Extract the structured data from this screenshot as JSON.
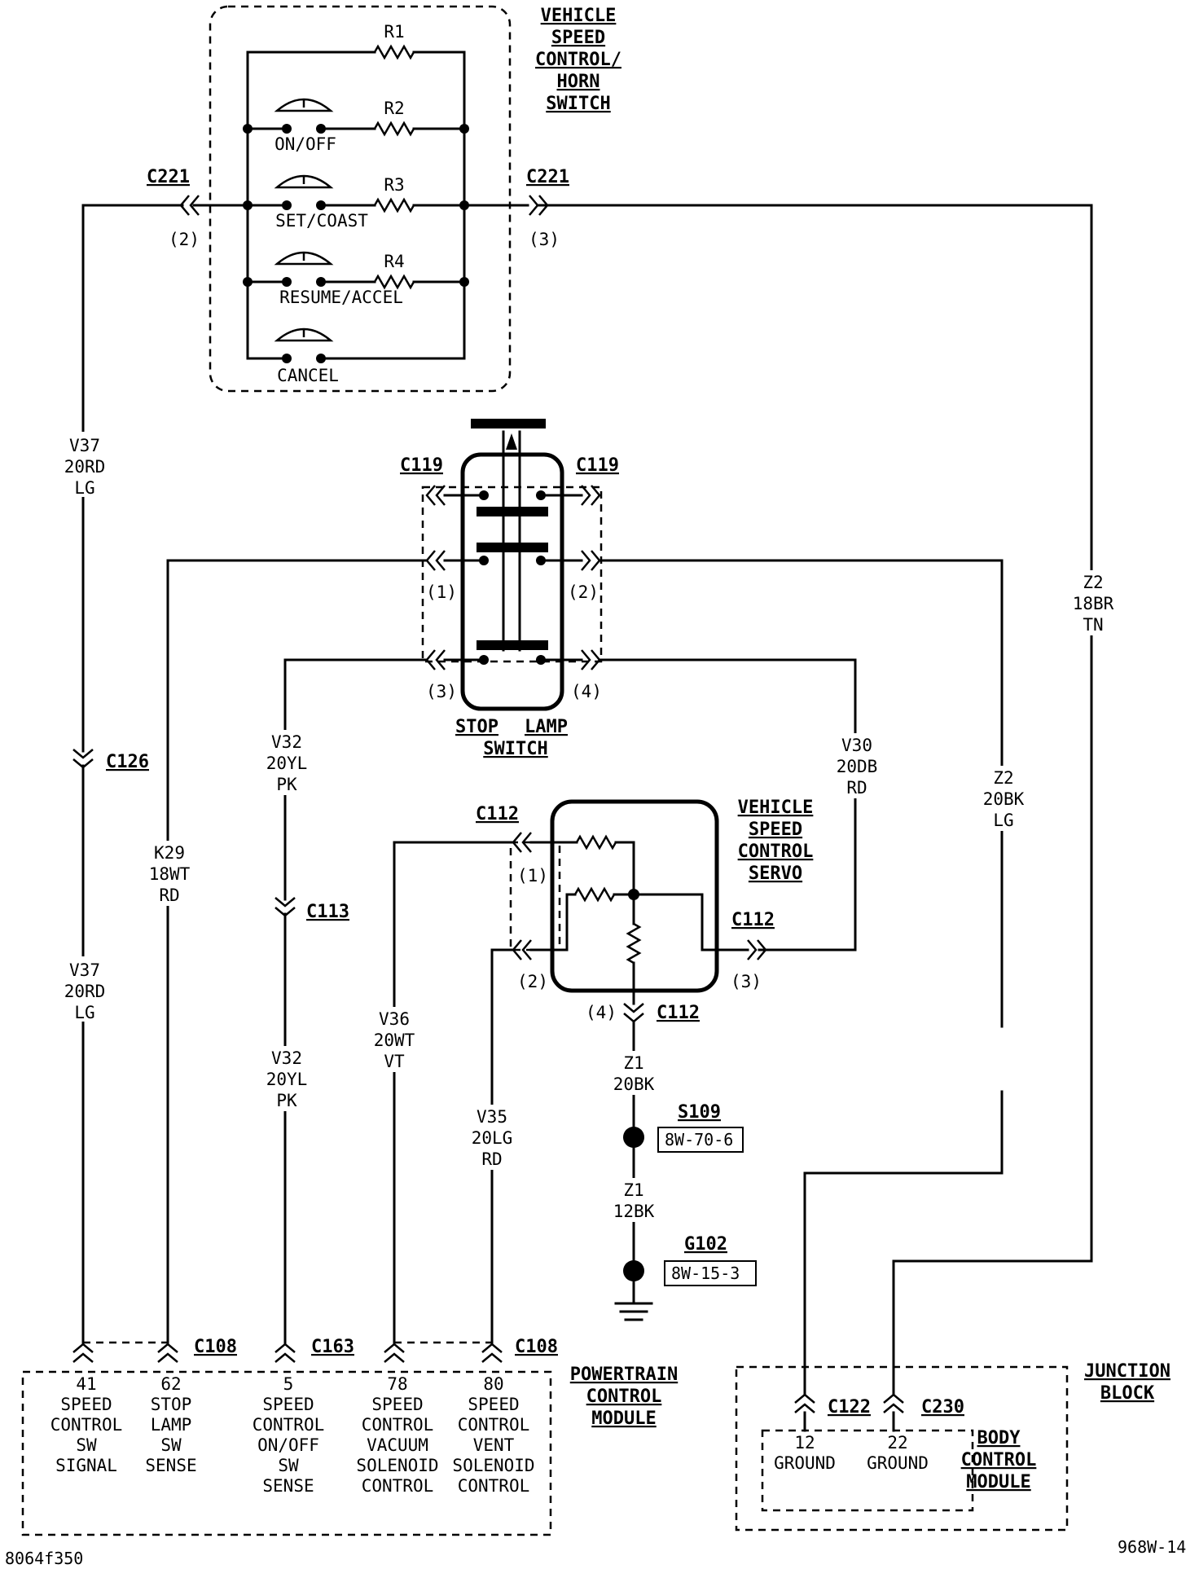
{
  "switch_block": {
    "title": [
      "VEHICLE",
      "SPEED",
      "CONTROL/",
      "HORN",
      "SWITCH"
    ],
    "resistors": [
      "R1",
      "R2",
      "R3",
      "R4"
    ],
    "buttons": [
      "ON/OFF",
      "SET/COAST",
      "RESUME/ACCEL",
      "CANCEL"
    ],
    "conn_left": "C221",
    "conn_left_pin": "(2)",
    "conn_right": "C221",
    "conn_right_pin": "(3)"
  },
  "stop_lamp": {
    "title": [
      "STOP",
      "LAMP",
      "SWITCH"
    ],
    "conn_left": "C119",
    "conn_right": "C119",
    "pins": [
      "(1)",
      "(2)",
      "(3)",
      "(4)"
    ]
  },
  "servo": {
    "title": [
      "VEHICLE",
      "SPEED",
      "CONTROL",
      "SERVO"
    ],
    "conn_top": "C112",
    "conn_right": "C112",
    "conn_bottom": "C112",
    "pins": [
      "(1)",
      "(2)",
      "(3)",
      "(4)"
    ]
  },
  "wires": {
    "v37_top": [
      "V37",
      "20RD",
      "LG"
    ],
    "v37_bot": [
      "V37",
      "20RD",
      "LG"
    ],
    "k29": [
      "K29",
      "18WT",
      "RD"
    ],
    "v32_top": [
      "V32",
      "20YL",
      "PK"
    ],
    "v32_bot": [
      "V32",
      "20YL",
      "PK"
    ],
    "v36": [
      "V36",
      "20WT",
      "VT"
    ],
    "v35": [
      "V35",
      "20LG",
      "RD"
    ],
    "v30": [
      "V30",
      "20DB",
      "RD"
    ],
    "z2_right": [
      "Z2",
      "18BR",
      "TN"
    ],
    "z2_mid": [
      "Z2",
      "20BK",
      "LG"
    ],
    "z1_top": [
      "Z1",
      "20BK"
    ],
    "z1_bot": [
      "Z1",
      "12BK"
    ]
  },
  "inline_connectors": {
    "c126": "C126",
    "c113": "C113"
  },
  "splice": {
    "label": "S109",
    "ref": "8W-70-6"
  },
  "ground": {
    "label": "G102",
    "ref": "8W-15-3"
  },
  "pcm": {
    "title": [
      "POWERTRAIN",
      "CONTROL",
      "MODULE"
    ],
    "conn_a": "C108",
    "conn_b": "C163",
    "conn_c": "C108",
    "pins": [
      [
        "41",
        "SPEED",
        "CONTROL",
        "SW",
        "SIGNAL"
      ],
      [
        "62",
        "STOP",
        "LAMP",
        "SW",
        "SENSE"
      ],
      [
        "5",
        "SPEED",
        "CONTROL",
        "ON/OFF",
        "SW",
        "SENSE"
      ],
      [
        "78",
        "SPEED",
        "CONTROL",
        "VACUUM",
        "SOLENOID",
        "CONTROL"
      ],
      [
        "80",
        "SPEED",
        "CONTROL",
        "VENT",
        "SOLENOID",
        "CONTROL"
      ]
    ]
  },
  "junction": {
    "title": [
      "JUNCTION",
      "BLOCK"
    ],
    "bcm_title": [
      "BODY",
      "CONTROL",
      "MODULE"
    ],
    "conn_a": "C122",
    "conn_b": "C230",
    "pins": [
      [
        "12",
        "GROUND"
      ],
      [
        "22",
        "GROUND"
      ]
    ]
  },
  "footer": {
    "left": "8064f350",
    "right": "968W-14"
  }
}
